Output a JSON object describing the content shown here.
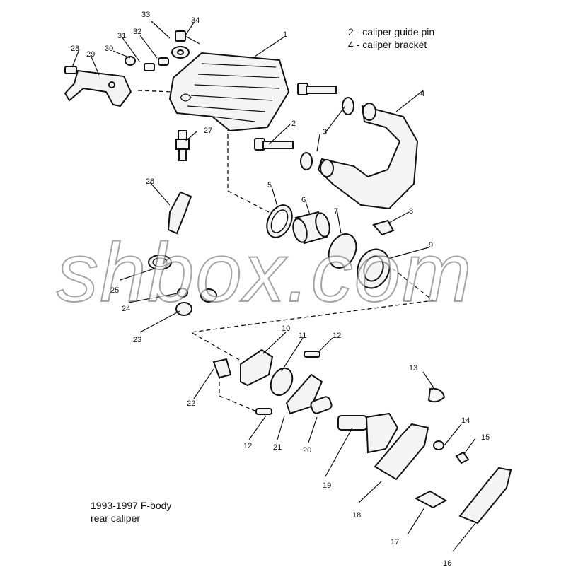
{
  "legend": {
    "line1": "2 - caliper guide pin",
    "line2": "4 - caliper bracket"
  },
  "caption": {
    "line1": "1993-1997 F-body",
    "line2": "rear caliper"
  },
  "watermark": "shbox.com",
  "callouts": {
    "n1": "1",
    "n2": "2",
    "n3": "3",
    "n4": "4",
    "n5": "5",
    "n6": "6",
    "n7": "7",
    "n8": "8",
    "n9": "9",
    "n10": "10",
    "n11": "11",
    "n12a": "12",
    "n12b": "12",
    "n13": "13",
    "n14": "14",
    "n15": "15",
    "n16": "16",
    "n17": "17",
    "n18": "18",
    "n19": "19",
    "n20": "20",
    "n21": "21",
    "n22": "22",
    "n23": "23",
    "n24": "24",
    "n25": "25",
    "n26": "26",
    "n27": "27",
    "n28": "28",
    "n29": "29",
    "n30": "30",
    "n31": "31",
    "n32": "32",
    "n33": "33",
    "n34": "34"
  }
}
